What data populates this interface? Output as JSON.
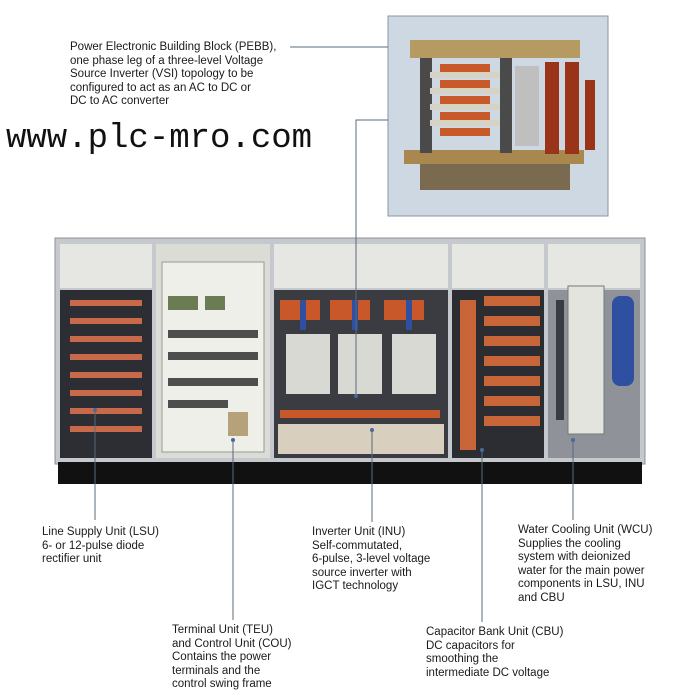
{
  "watermark": "www.plc-mro.com",
  "callouts": {
    "pebb": "Power Electronic Building Block (PEBB),\none phase leg of a three-level Voltage\nSource Inverter (VSI) topology to be\nconfigured to act as an AC to DC or\nDC to AC converter",
    "lsu": "Line Supply Unit (LSU)\n6- or 12-pulse diode\nrectifier unit",
    "teu": "Terminal Unit (TEU)\nand Control Unit (COU)\nContains the power\nterminals and the\ncontrol swing frame",
    "inu": "Inverter Unit (INU)\nSelf-commutated,\n6-pulse, 3-level voltage\nsource inverter with\nIGCT technology",
    "cbu": "Capacitor Bank Unit (CBU)\nDC capacitors for\nsmoothing the\nintermediate DC voltage",
    "wcu": "Water Cooling Unit (WCU)\nSupplies the cooling\nsystem with deionized\nwater for the main power\ncomponents in LSU, INU\nand CBU"
  },
  "colors": {
    "cabinet_frame": "#b9bcc0",
    "cabinet_dark": "#2a2c30",
    "busbar_copper": "#c8663a",
    "pebb_bg": "#cdd8e3",
    "cooling_blue": "#2f4fa0"
  }
}
